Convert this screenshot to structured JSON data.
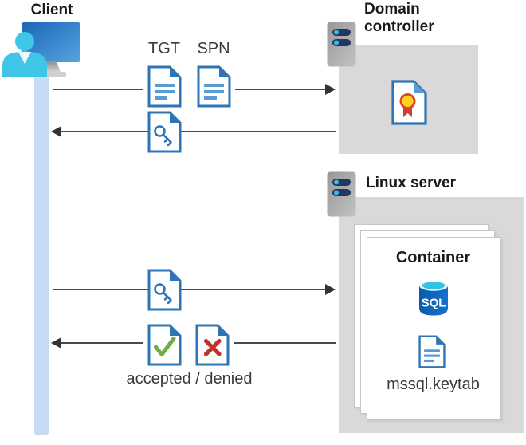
{
  "client": {
    "label": "Client"
  },
  "domain_controller": {
    "label": "Domain controller"
  },
  "linux_server": {
    "label": "Linux server",
    "container": {
      "label": "Container",
      "sql_badge": "SQL",
      "keytab_label": "mssql.keytab"
    }
  },
  "messages": {
    "tgt_label": "TGT",
    "spn_label": "SPN",
    "result_label": "accepted / denied"
  },
  "icons": {
    "client": "client-workstation-icon",
    "server": "server-icon",
    "document": "document-icon",
    "key_document": "key-ticket-document-icon",
    "check_document": "accepted-document-icon",
    "cross_document": "denied-document-icon",
    "certificate": "certificate-icon",
    "sql_database": "sql-database-icon"
  },
  "colors": {
    "accent_blue": "#2e75b6",
    "light_blue": "#5b9bd5",
    "lifeline_blue": "#c6dcf5",
    "person_cyan": "#3ec6e8",
    "box_gray": "#d9d9d9",
    "arrow_gray": "#4a4a4a",
    "server_bar_navy": "#1f3864",
    "server_dot_cyan": "#45b5e5",
    "check_green": "#6fad47",
    "cross_red": "#c13328",
    "seal_yellow": "#ffd21c",
    "seal_red": "#cf402f",
    "sql_blue": "#0d64ba",
    "sql_cyan": "#35c3e4",
    "text_dark": "#3a3a3a",
    "heading_black": "#1a1a1a"
  }
}
